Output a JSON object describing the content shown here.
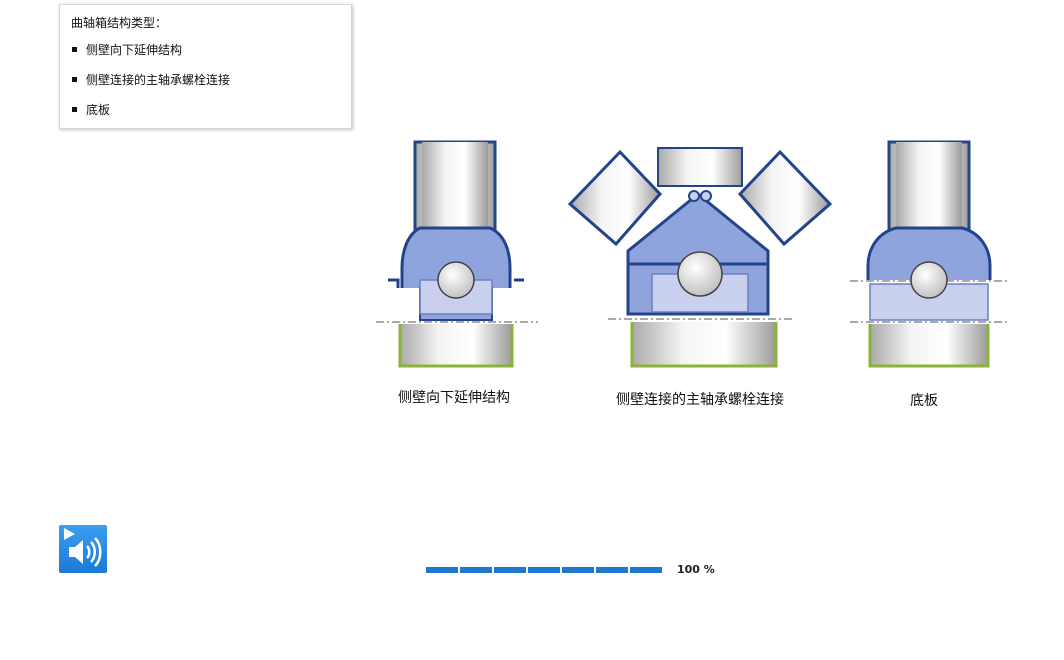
{
  "info": {
    "title": "曲轴箱结构类型：",
    "items": [
      "侧壁向下延伸结构",
      "侧壁连接的主轴承螺栓连接",
      "底板"
    ]
  },
  "diagrams": {
    "captions": [
      "侧壁向下延伸结构",
      "侧壁连接的主轴承螺栓连接",
      "底板"
    ]
  },
  "audio": {
    "icon": "audio-play-speaker-icon"
  },
  "progress": {
    "value": 100,
    "label": "100  %",
    "segments": 7
  },
  "colors": {
    "crankcase_blue": "#8fa3dc",
    "outline_dark": "#23448a",
    "pan_green": "#8bb33a",
    "progress_blue": "#1d79d0",
    "button_blue": "#2a8ae6"
  }
}
